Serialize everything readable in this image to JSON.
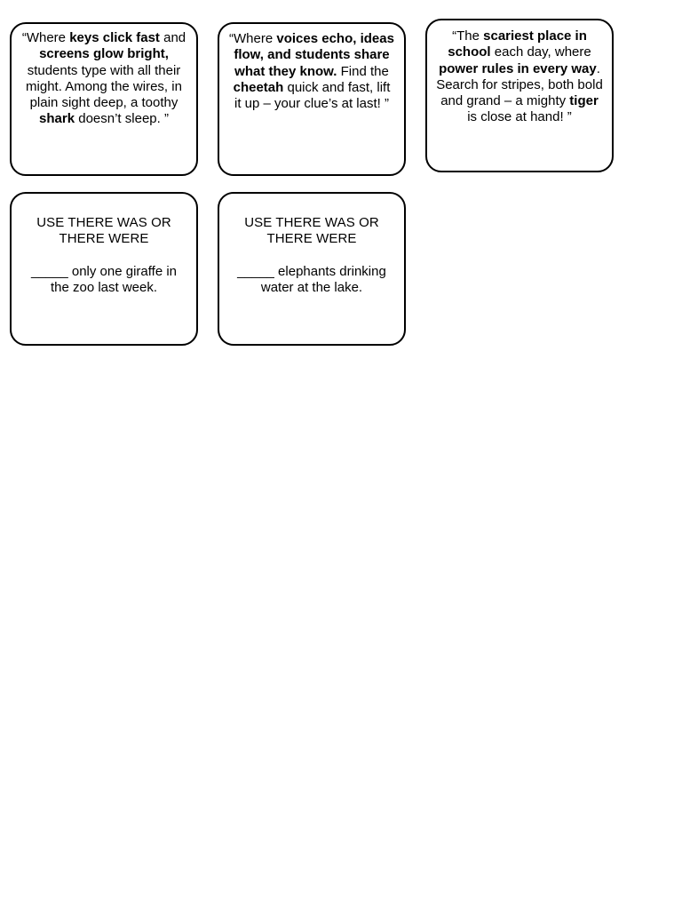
{
  "riddle_cards": [
    {
      "segments": [
        {
          "text": "“Where ",
          "bold": false
        },
        {
          "text": "keys click fast",
          "bold": true
        },
        {
          "text": " and ",
          "bold": false
        },
        {
          "text": "screens glow bright,",
          "bold": true
        },
        {
          "text": " students type with all their might. Among the wires, in plain sight deep, a toothy ",
          "bold": false
        },
        {
          "text": "shark",
          "bold": true
        },
        {
          "text": " doesn’t sleep. ”",
          "bold": false
        }
      ]
    },
    {
      "segments": [
        {
          "text": "“Where ",
          "bold": false
        },
        {
          "text": "voices echo, ideas flow, and students share what they know.",
          "bold": true
        },
        {
          "text": " Find the ",
          "bold": false
        },
        {
          "text": "cheetah",
          "bold": true
        },
        {
          "text": " quick and fast, lift it up – your clue’s at last! ”",
          "bold": false
        }
      ]
    },
    {
      "segments": [
        {
          "text": "“The ",
          "bold": false
        },
        {
          "text": "scariest place in school",
          "bold": true
        },
        {
          "text": " each day, where ",
          "bold": false
        },
        {
          "text": "power rules in every way",
          "bold": true
        },
        {
          "text": ". Search for stripes, both bold and grand – a mighty ",
          "bold": false
        },
        {
          "text": "tiger",
          "bold": true
        },
        {
          "text": " is close at hand! ”",
          "bold": false
        }
      ]
    }
  ],
  "grammar_cards": [
    {
      "instruction": "USE THERE WAS OR THERE WERE",
      "sentence": "_____ only one giraffe in the zoo last week."
    },
    {
      "instruction": "USE THERE WAS OR THERE WERE",
      "sentence": "_____ elephants drinking water at the lake."
    }
  ]
}
